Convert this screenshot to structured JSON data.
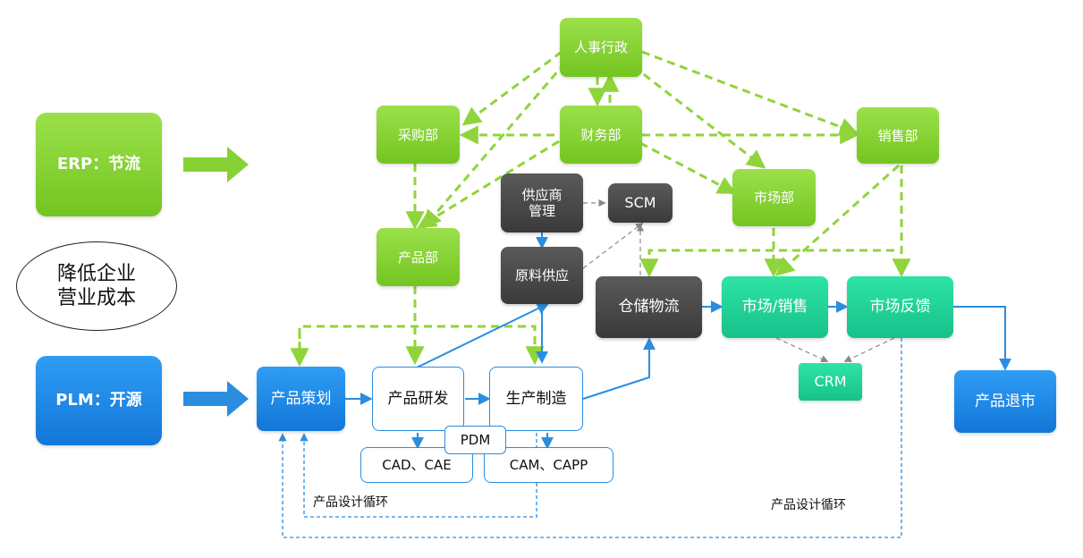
{
  "left": {
    "erp": "ERP：节流",
    "plm": "PLM：开源",
    "reduce_cost": [
      "降低企业",
      "营业成本"
    ]
  },
  "departments": {
    "hr": "人事行政",
    "purchasing": "采购部",
    "finance": "财务部",
    "sales_dept": "销售部",
    "marketing_dept": "市场部",
    "product_dept": "产品部"
  },
  "supply": {
    "supplier_mgmt": [
      "供应商",
      "管理"
    ],
    "scm": "SCM",
    "raw_material": "原料供应",
    "warehouse": "仓储物流"
  },
  "flow": {
    "planning": "产品策划",
    "rnd": "产品研发",
    "manufacturing": "生产制造",
    "market_sales": "市场/销售",
    "feedback": "市场反馈",
    "crm": "CRM",
    "retire": "产品退市"
  },
  "tools": {
    "pdm": "PDM",
    "cad_cae": "CAD、CAE",
    "cam_capp": "CAM、CAPP"
  },
  "captions": {
    "loop_inner": "产品设计循环",
    "loop_outer": "产品设计循环"
  },
  "colors": {
    "green": "#7dcc2b",
    "dark": "#474747",
    "teal": "#1fd199",
    "blue": "#1a86e6",
    "blue_line": "#2b8de0",
    "green_line": "#8fd43a",
    "gray_line": "#888888"
  }
}
